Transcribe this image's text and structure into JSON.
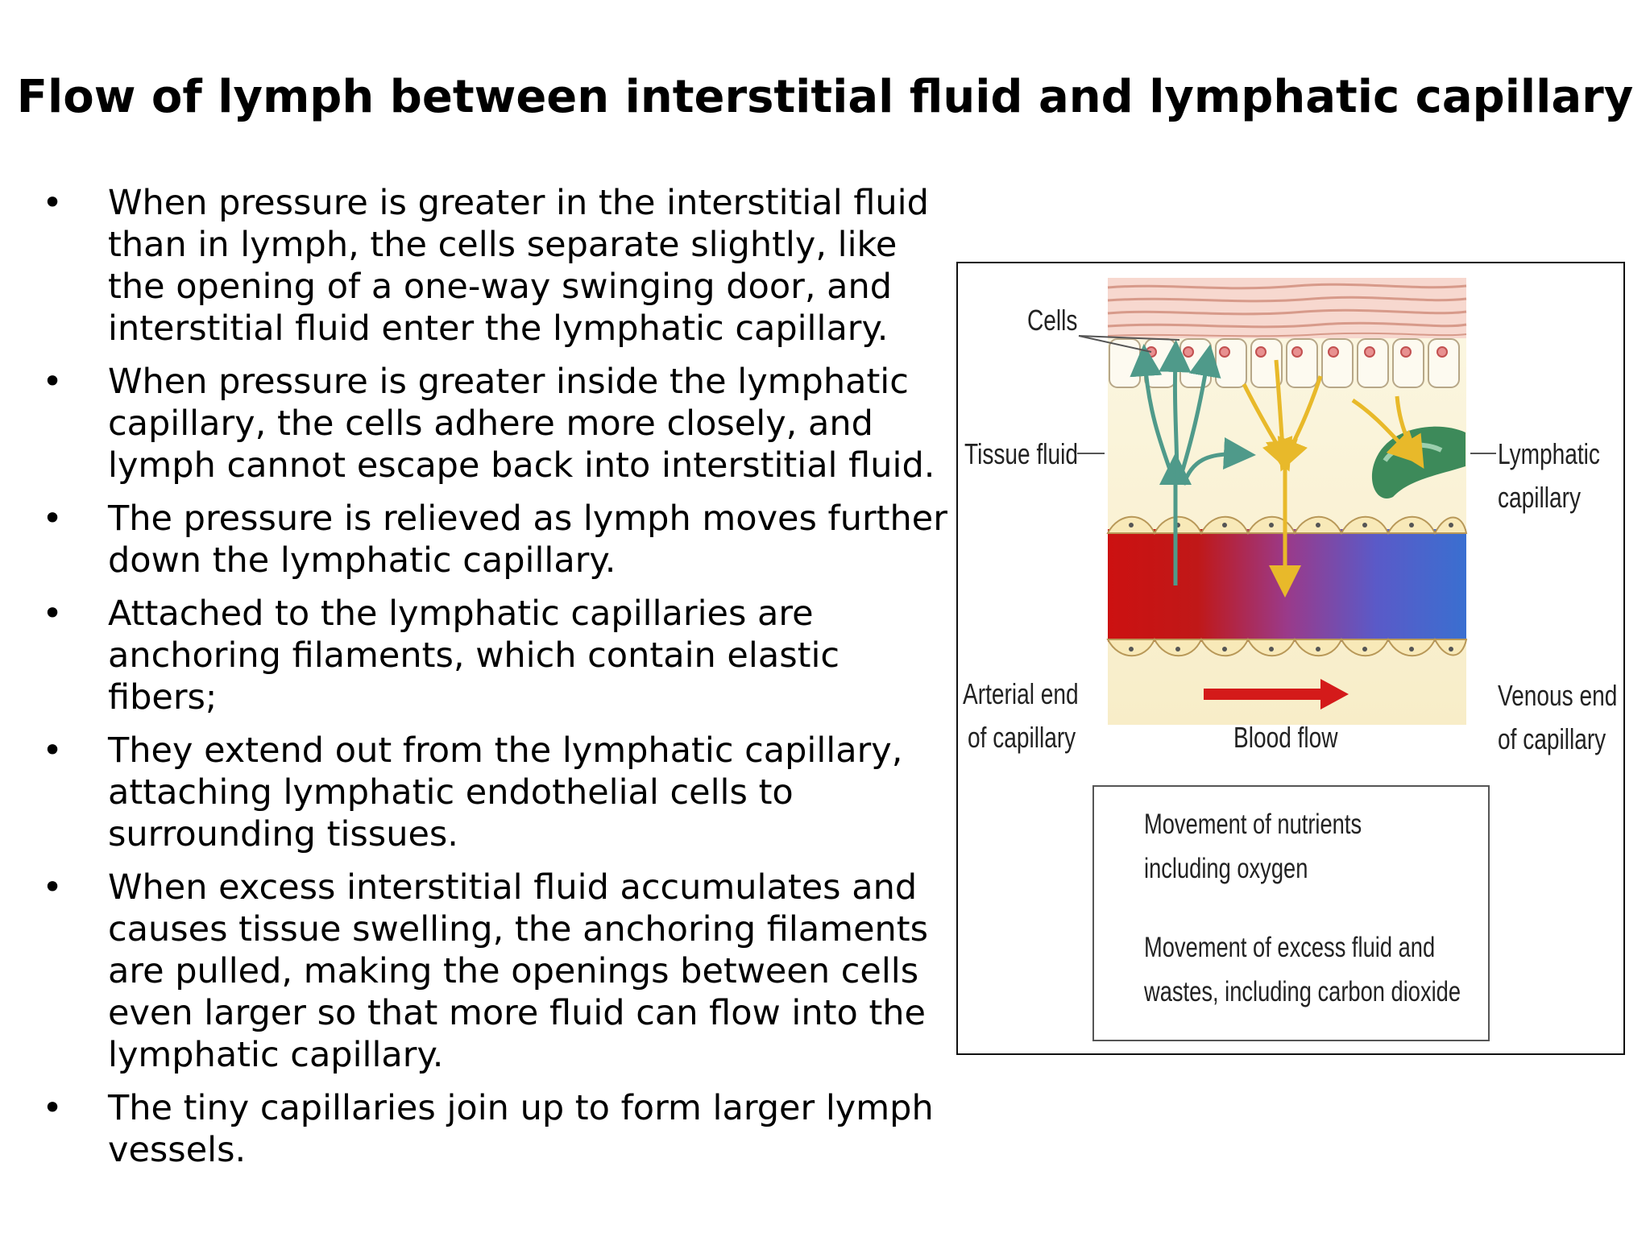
{
  "title": "Flow of lymph between interstitial fluid and lymphatic capillary",
  "bullets": [
    "When pressure is greater in the interstitial fluid than in lymph, the cells separate slightly, like the opening of a one-way swinging door, and interstitial fluid enter the lymphatic capillary.",
    "When pressure is greater inside the lymphatic capillary, the cells adhere more closely, and lymph cannot escape back into interstitial fluid.",
    "The pressure is relieved as lymph moves further down the lymphatic capillary.",
    "Attached to the lymphatic capillaries are anchoring filaments, which contain elastic fibers;",
    "They extend out from the lymphatic capillary, attaching lymphatic endothelial cells to surrounding tissues.",
    "When excess interstitial fluid accumulates and causes tissue swelling, the anchoring filaments are pulled, making the openings between cells even larger so that more fluid can flow into the lymphatic capillary.",
    "The tiny capillaries join up to form larger lymph vessels."
  ],
  "bullet_symbol": "•",
  "figure": {
    "cells_label": "Cells",
    "tissue_fluid_label": "Tissue fluid",
    "lymphatic_label_line1": "Lymphatic",
    "lymphatic_label_line2": "capillary",
    "arterial_label_line1": "Arterial end",
    "arterial_label_line2": "of capillary",
    "venous_label_line1": "Venous end",
    "venous_label_line2": "of capillary",
    "blood_flow_label": "Blood flow",
    "legend": {
      "nutrients_line1": "Movement of nutrients",
      "nutrients_line2": "including oxygen",
      "fluid_line1": "Movement of excess fluid and",
      "fluid_line2": "wastes, including carbon dioxide"
    },
    "colors": {
      "nutrient_arrow": "#4f9a8a",
      "fluid_arrow": "#e8b92a",
      "arterial_blood": "#cc1111",
      "venous_blood": "#3a6fd0",
      "lymphatic_vessel": "#3d8a5a",
      "blood_flow_arrow": "#d41a1a"
    }
  }
}
